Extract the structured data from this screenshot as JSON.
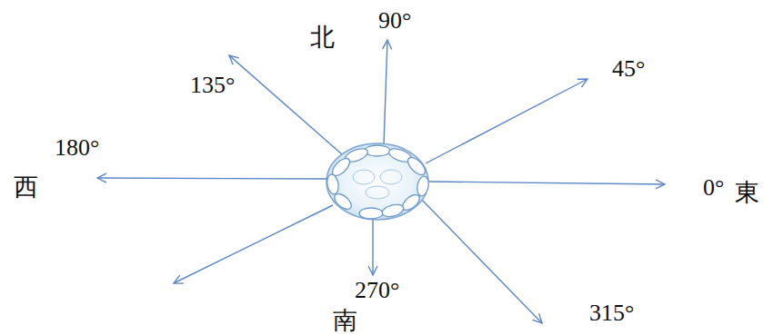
{
  "diagram": {
    "labels": [
      "90°",
      "北",
      "45°",
      "135°",
      "180°",
      "西",
      "0°",
      "東",
      "270°",
      "315°",
      "南"
    ]
  }
}
